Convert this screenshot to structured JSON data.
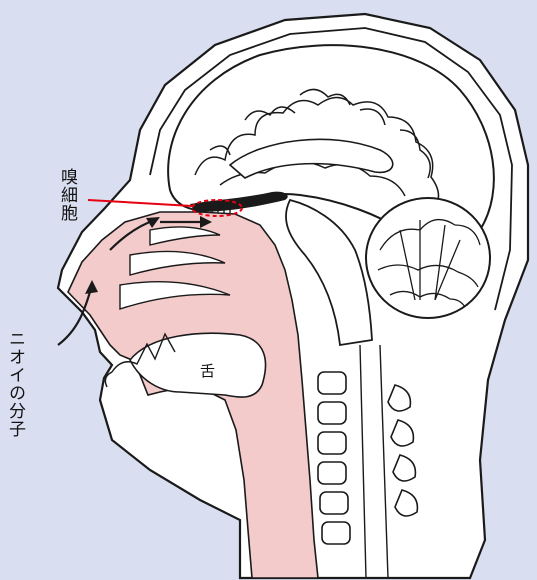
{
  "labels": {
    "olfactory_cells": "嗅細胞",
    "odor_molecules": "ニオイの分子",
    "tongue": "舌"
  },
  "colors": {
    "background": "#d9dff0",
    "head_fill": "#ffffff",
    "outline": "#1a1a1a",
    "airway": "#f3cbcb",
    "pointer_line": "#e60012"
  }
}
